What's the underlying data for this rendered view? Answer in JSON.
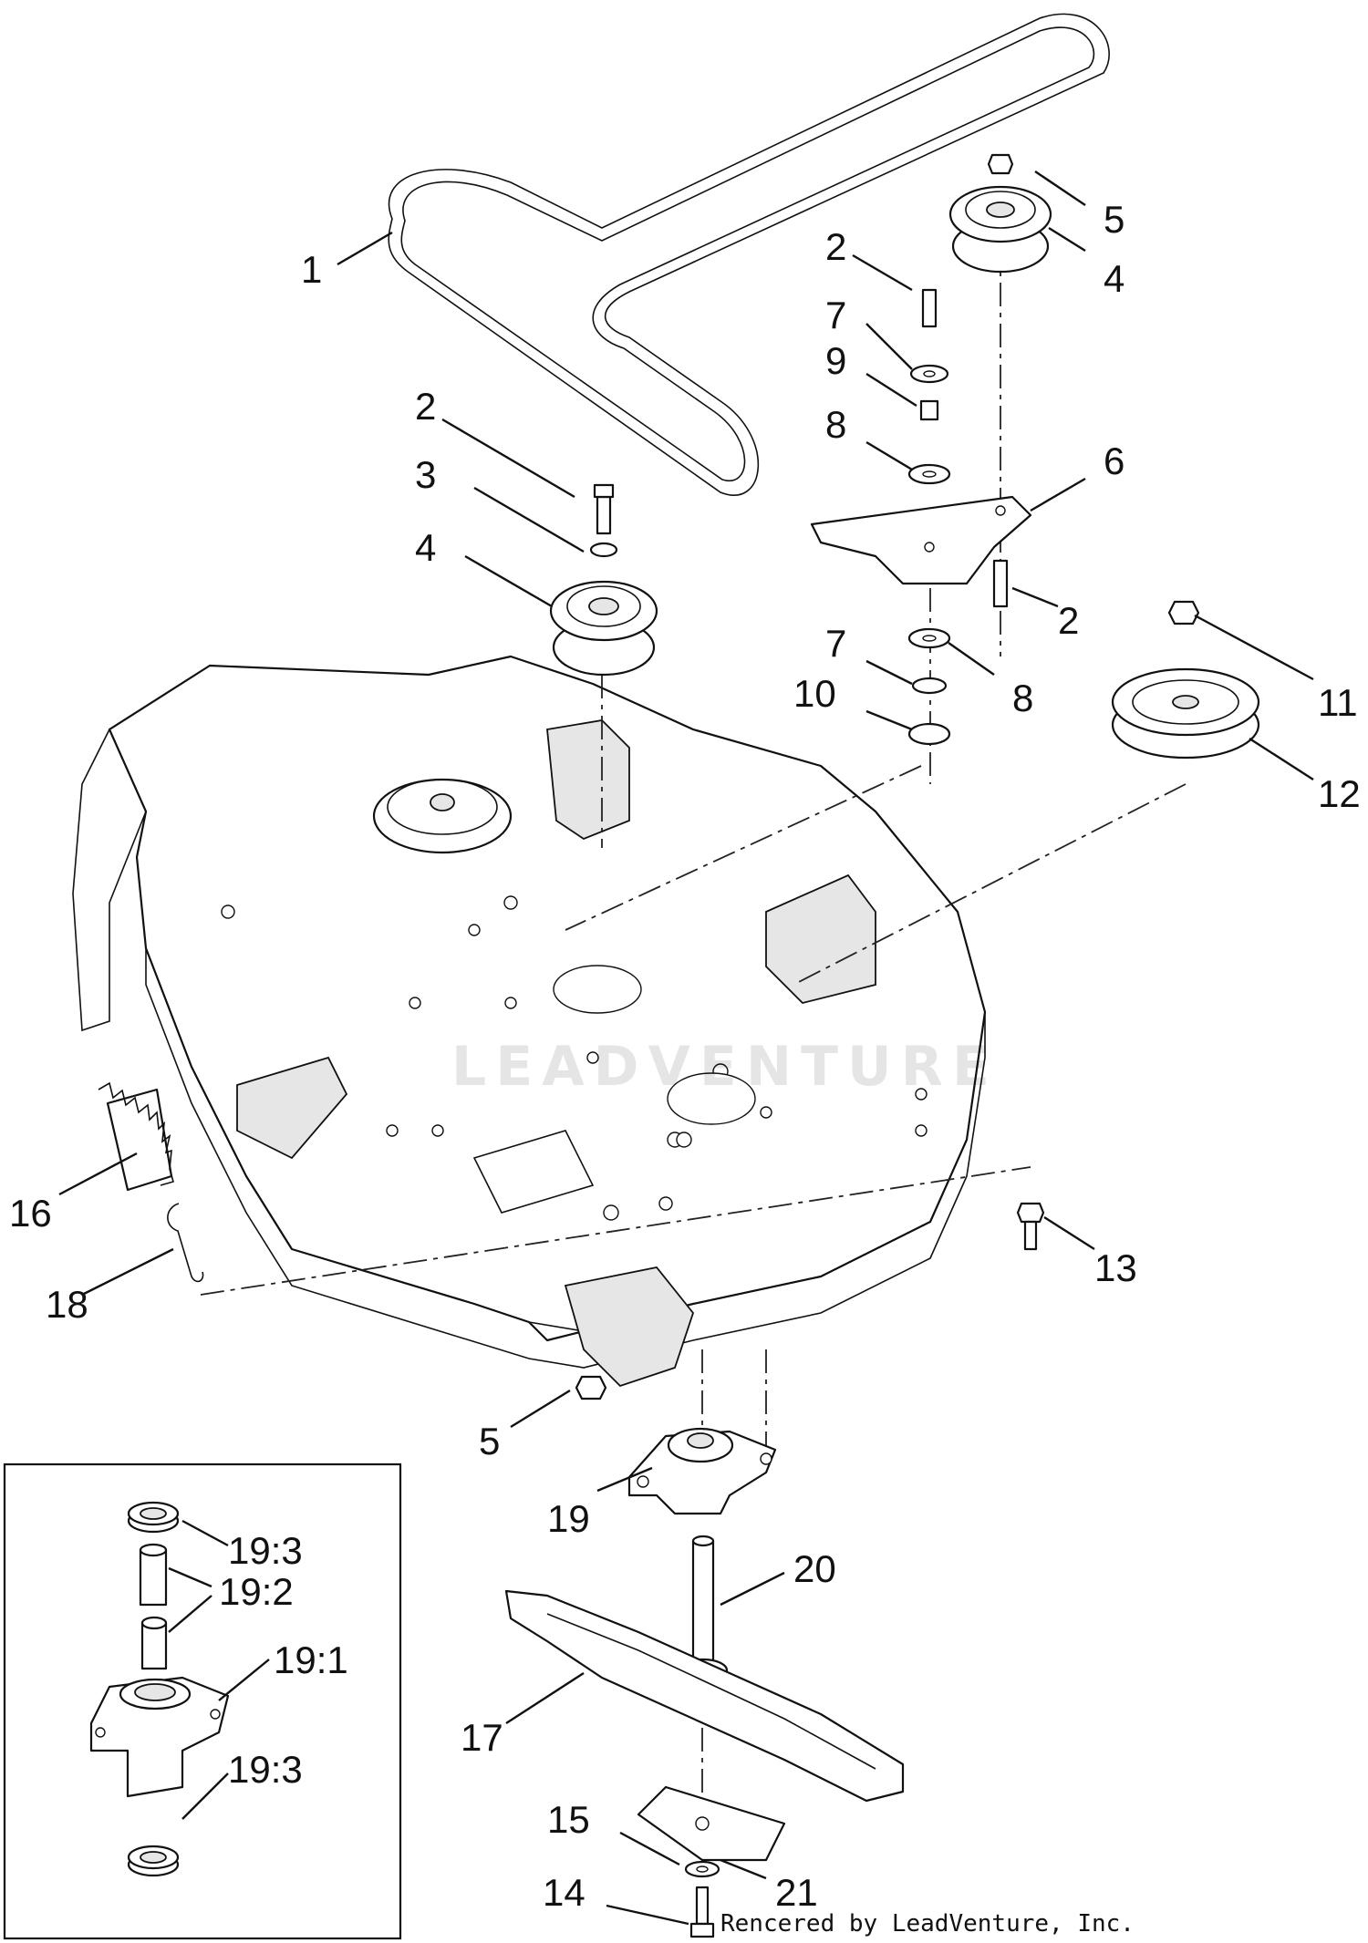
{
  "diagram": {
    "callouts": [
      "1",
      "2",
      "3",
      "4",
      "5",
      "2",
      "7",
      "9",
      "8",
      "6",
      "2",
      "7",
      "10",
      "8",
      "11",
      "12",
      "4",
      "13",
      "16",
      "18",
      "5",
      "19",
      "20",
      "17",
      "15",
      "21",
      "14",
      "19:3",
      "19:2",
      "19:1",
      "19:3"
    ],
    "watermark": "LEADVENTURE",
    "credit": "Rencered by LeadVenture, Inc."
  }
}
